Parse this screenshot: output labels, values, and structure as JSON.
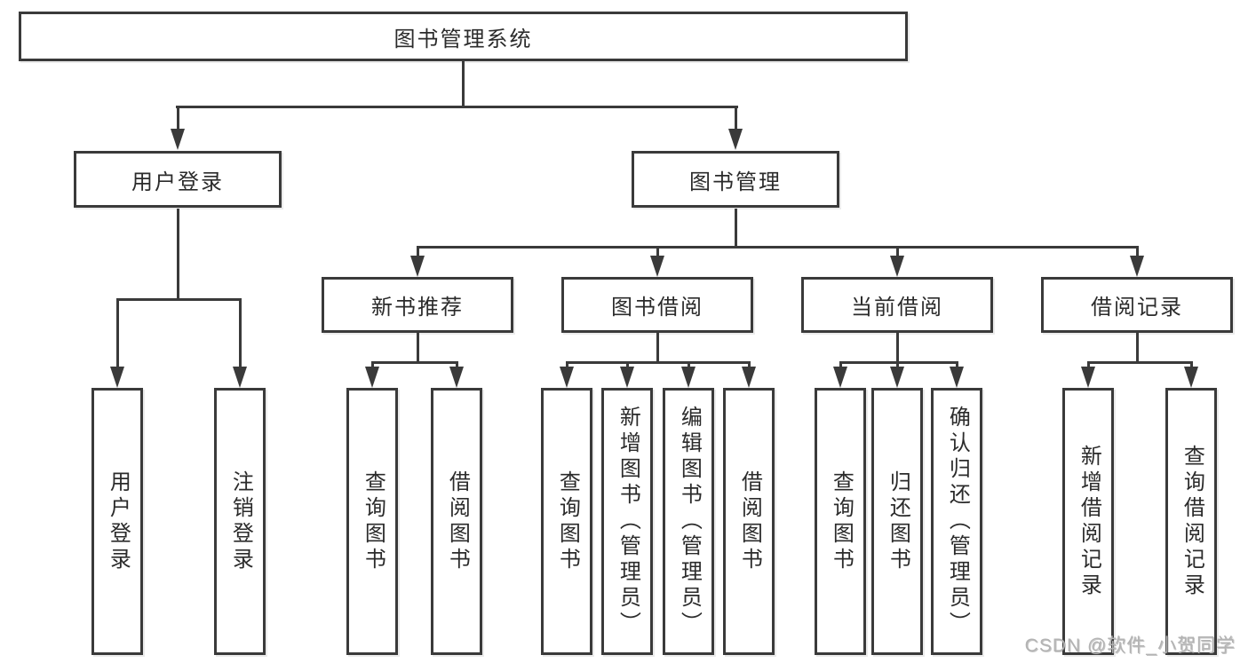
{
  "diagram": {
    "root_label": "图书管理系统",
    "level2": [
      {
        "label": "用户登录"
      },
      {
        "label": "图书管理"
      }
    ],
    "level3": [
      {
        "label": "新书推荐"
      },
      {
        "label": "图书借阅"
      },
      {
        "label": "当前借阅"
      },
      {
        "label": "借阅记录"
      }
    ],
    "leaves_login": [
      "用户登录",
      "注销登录"
    ],
    "leaves_recommend": [
      "查询图书",
      "借阅图书"
    ],
    "leaves_borrow": [
      "查询图书",
      "新增图书（管理员）",
      "编辑图书（管理员）",
      "借阅图书"
    ],
    "leaves_current": [
      "查询图书",
      "归还图书",
      "确认归还（管理员）"
    ],
    "leaves_records": [
      "新增借阅记录",
      "查询借阅记录"
    ],
    "colors": {
      "line": "#3a3a3a",
      "text": "#2b2b2b",
      "background": "#ffffff",
      "watermark": "#b3b3b3"
    }
  },
  "watermark": {
    "text": "CSDN @软件_小贺同学"
  }
}
